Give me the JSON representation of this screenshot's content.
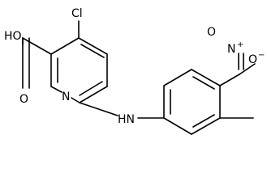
{
  "molecule": {
    "atoms": {
      "chloro": "Cl",
      "hydroxyl": "HO",
      "carbonyl_oxygen": "O",
      "pyridine_nitrogen": "N",
      "amine": "HN",
      "nitro_nitrogen": "N",
      "nitro_nitrogen_charge": "+",
      "nitro_oxygen_double": "O",
      "nitro_oxygen_single": "O",
      "nitro_oxygen_charge": "−"
    }
  }
}
